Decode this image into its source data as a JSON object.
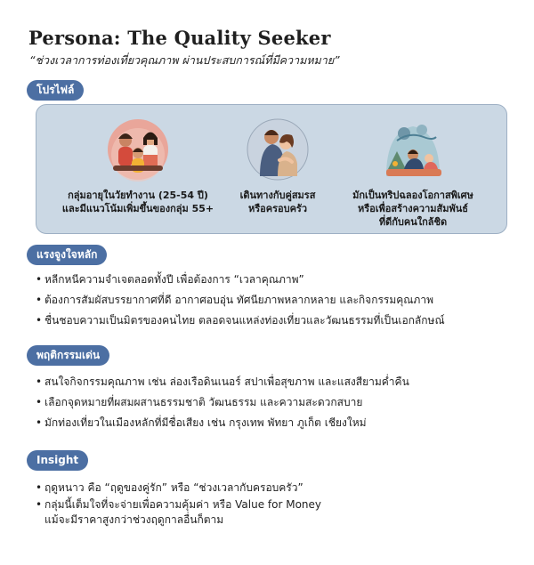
{
  "header": {
    "title": "Persona: The Quality Seeker",
    "subtitle": "“ช่วงเวลาการท่องเที่ยวคุณภาพ ผ่านประสบการณ์ที่มีความหมาย”"
  },
  "sections": {
    "profile": {
      "label": "โปรไฟล์",
      "personas": [
        {
          "icon": "family-group-icon",
          "caption_line1": "กลุ่มอายุในวัยทำงาน (25-54 ปี)",
          "caption_line2": "และมีแนวโน้มเพิ่มขึ้นของกลุ่ม 55+",
          "caption_line3": ""
        },
        {
          "icon": "couple-icon",
          "caption_line1": "เดินทางกับคู่สมรส",
          "caption_line2": "หรือครอบครัว",
          "caption_line3": ""
        },
        {
          "icon": "picnic-couple-icon",
          "caption_line1": "มักเป็นทริปฉลองโอกาสพิเศษ",
          "caption_line2": "หรือเพื่อสร้างความสัมพันธ์",
          "caption_line3": "ที่ดีกับคนใกล้ชิด"
        }
      ]
    },
    "motivation": {
      "label": "แรงจูงใจหลัก",
      "items": [
        "หลีกหนีความจำเจตลอดทั้งปี เพื่อต้องการ “เวลาคุณภาพ”",
        "ต้องการสัมผัสบรรยากาศที่ดี อากาศอบอุ่น ทัศนียภาพหลากหลาย และกิจกรรมคุณภาพ",
        "ชื่นชอบความเป็นมิตรของคนไทย ตลอดจนแหล่งท่องเที่ยวและวัฒนธรรมที่เป็นเอกลักษณ์"
      ]
    },
    "behavior": {
      "label": "พฤติกรรมเด่น",
      "items": [
        "สนใจกิจกรรมคุณภาพ เช่น ล่องเรือดินเนอร์ สปาเพื่อสุขภาพ และแสงสียามค่ำคืน",
        "เลือกจุดหมายที่ผสมผสานธรรมชาติ วัฒนธรรม และความสะดวกสบาย",
        "มักท่องเที่ยวในเมืองหลักที่มีชื่อเสียง เช่น กรุงเทพ พัทยา ภูเก็ต เชียงใหม่"
      ]
    },
    "insight": {
      "label": "Insight",
      "items": [
        {
          "line1": "ฤดูหนาว คือ “ฤดูของคู่รัก” หรือ “ช่วงเวลากับครอบครัว”",
          "line2": ""
        },
        {
          "line1": "กลุ่มนี้เต็มใจที่จะจ่ายเพื่อความคุ้มค่า หรือ Value for Money",
          "line2": "แม้จะมีราคาสูงกว่าช่วงฤดูกาลอื่นก็ตาม"
        }
      ]
    }
  },
  "colors": {
    "accent": "#4c6fa3",
    "panel": "#cbd8e4",
    "panel_border": "#9eb0c4"
  }
}
